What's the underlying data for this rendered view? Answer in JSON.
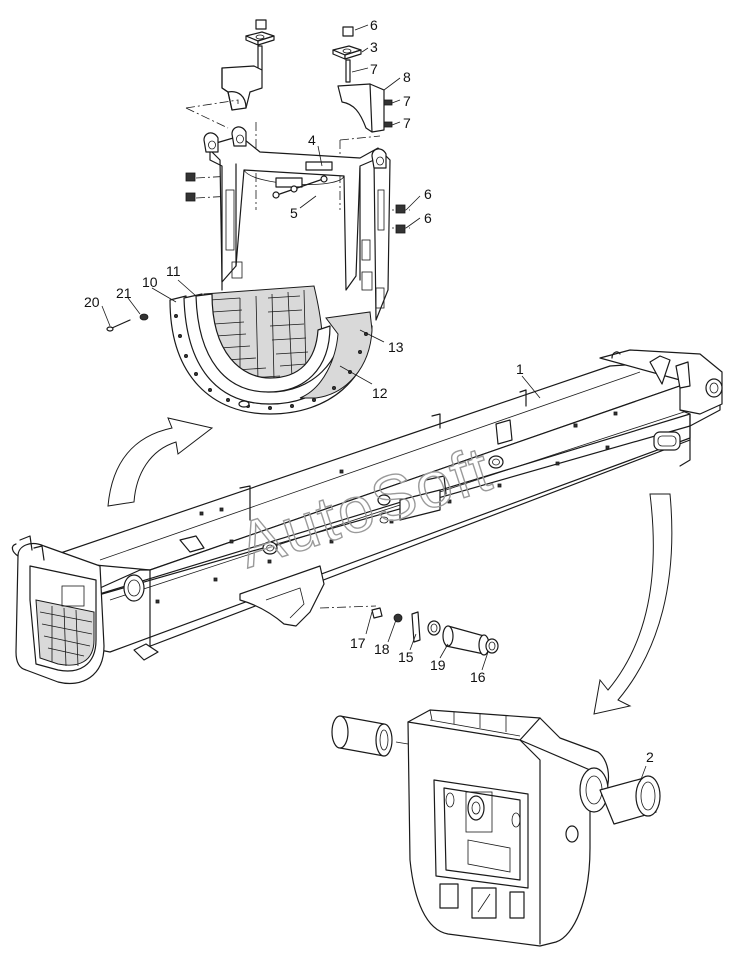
{
  "watermark": "AutoSoft",
  "callouts": [
    {
      "id": "6a",
      "label": "6"
    },
    {
      "id": "3",
      "label": "3"
    },
    {
      "id": "7a",
      "label": "7"
    },
    {
      "id": "8",
      "label": "8"
    },
    {
      "id": "7b",
      "label": "7"
    },
    {
      "id": "7c",
      "label": "7"
    },
    {
      "id": "4",
      "label": "4"
    },
    {
      "id": "5",
      "label": "5"
    },
    {
      "id": "6b",
      "label": "6"
    },
    {
      "id": "6c",
      "label": "6"
    },
    {
      "id": "20",
      "label": "20"
    },
    {
      "id": "21",
      "label": "21"
    },
    {
      "id": "10",
      "label": "10"
    },
    {
      "id": "11",
      "label": "11"
    },
    {
      "id": "13",
      "label": "13"
    },
    {
      "id": "12",
      "label": "12"
    },
    {
      "id": "1",
      "label": "1"
    },
    {
      "id": "17",
      "label": "17"
    },
    {
      "id": "18",
      "label": "18"
    },
    {
      "id": "15",
      "label": "15"
    },
    {
      "id": "19",
      "label": "19"
    },
    {
      "id": "16",
      "label": "16"
    },
    {
      "id": "2",
      "label": "2"
    }
  ]
}
